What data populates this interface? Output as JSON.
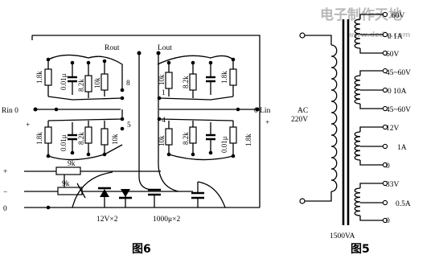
{
  "watermark": {
    "text": "电子制作天地",
    "url": "www.dzdiy.com"
  },
  "fig6": {
    "caption": "图6",
    "rout": "Rout",
    "lout": "Lout",
    "rin": "Rin 0",
    "lin": "0 Lin",
    "plus": "+",
    "minus": "−",
    "zero": "0",
    "r_1k8": "1.8k",
    "r_8k2": "8.2k",
    "r_10k": "10k",
    "r_9k": "9k",
    "c_001": "0.01μ",
    "pin8": "8",
    "pin1": "1",
    "pin5": "5",
    "pin4": "4",
    "zener": "12V×2",
    "caps": "1000μ×2"
  },
  "fig5": {
    "caption": "图5",
    "primary": "AC\n220V",
    "rating": "1500VA",
    "taps": [
      {
        "label": "60V"
      },
      {
        "label": "0  1A"
      },
      {
        "label": "60V"
      },
      {
        "label": "45~60V"
      },
      {
        "label": "0  10A"
      },
      {
        "label": "45~60V"
      },
      {
        "label": "12V"
      },
      {
        "label": "1A"
      },
      {
        "label": "0"
      },
      {
        "label": "33V"
      },
      {
        "label": "0.5A"
      },
      {
        "label": "0"
      }
    ]
  }
}
